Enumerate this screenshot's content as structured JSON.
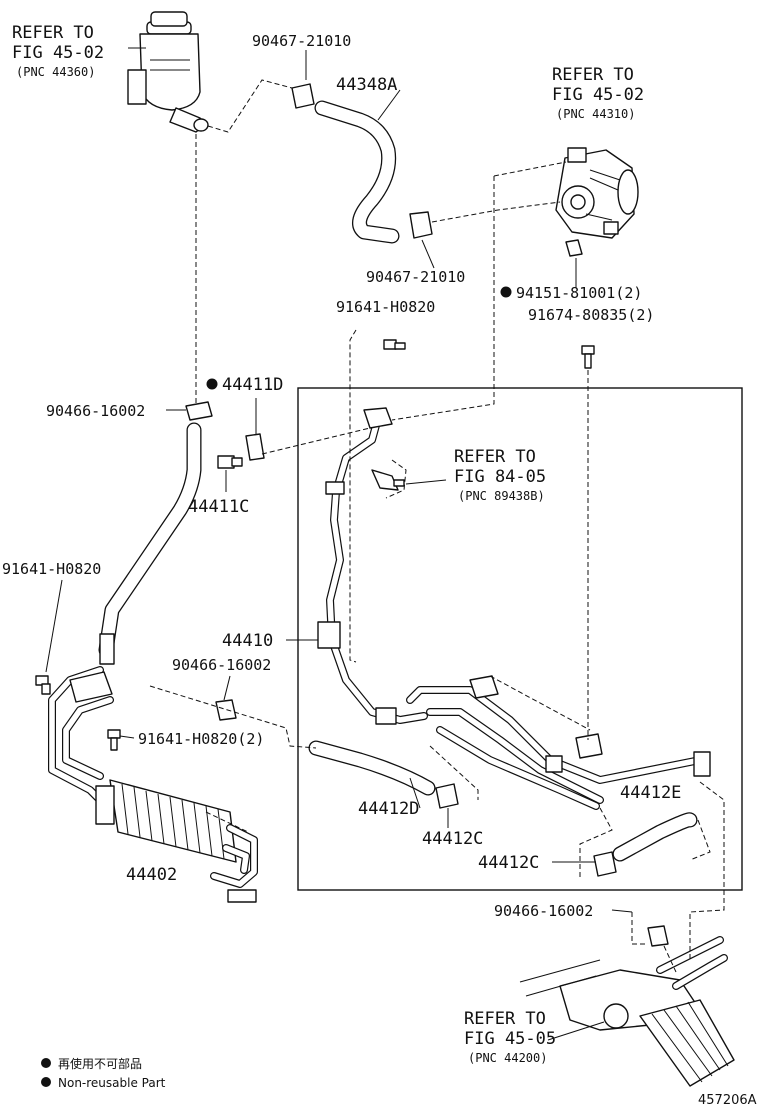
{
  "diagram": {
    "refs": {
      "ref_tank": {
        "line1": "REFER TO",
        "line2": "FIG 45-02",
        "pnc": "(PNC 44360)"
      },
      "ref_pump": {
        "line1": "REFER TO",
        "line2": "FIG 45-02",
        "pnc": "(PNC 44310)"
      },
      "ref_switch": {
        "line1": "REFER TO",
        "line2": "FIG 84-05",
        "pnc": "(PNC 89438B)"
      },
      "ref_gear": {
        "line1": "REFER TO",
        "line2": "FIG 45-05",
        "pnc": "(PNC 44200)"
      }
    },
    "parts": {
      "p_90467_top": "90467-21010",
      "p_44348A": "44348A",
      "p_90467_mid": "90467-21010",
      "p_94151": "94151-81001(2)",
      "p_91641_top": "91641-H0820",
      "p_91674": "91674-80835(2)",
      "p_44411D": "44411D",
      "p_90466_left": "90466-16002",
      "p_44411C": "44411C",
      "p_91641_left": "91641-H0820",
      "p_44410": "44410",
      "p_90466_mid": "90466-16002",
      "p_91641_2": "91641-H0820(2)",
      "p_44412D": "44412D",
      "p_44412C_a": "44412C",
      "p_44412E": "44412E",
      "p_44412C_b": "44412C",
      "p_44402": "44402",
      "p_90466_low": "90466-16002"
    },
    "legend": {
      "jp": "再使用不可部品",
      "en": "Non-reusable Part"
    },
    "figure_id": "457206A"
  }
}
